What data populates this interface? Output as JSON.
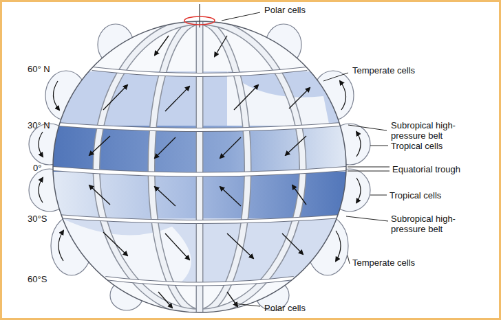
{
  "diagram": {
    "labels": [
      "Polar cells",
      "60° N",
      "Temperate cells",
      "Subropical high-pressure belt",
      "30° N",
      "Tropical cells",
      "0°",
      "Equatorial trough",
      "Tropical cells",
      "30°S",
      "Subropical high-pressure belt",
      "60°S",
      "Temperate cells",
      "Polar cells"
    ]
  }
}
